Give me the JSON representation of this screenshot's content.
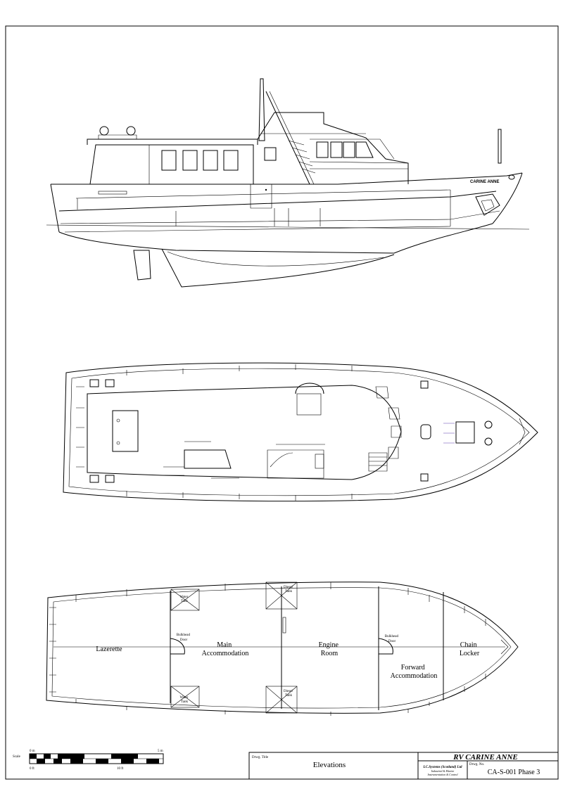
{
  "vessel": {
    "side_label": "CARINE ANNE"
  },
  "lower_plan": {
    "rooms": [
      {
        "id": "lazerette",
        "lines": [
          "Lazerette"
        ]
      },
      {
        "id": "main-accommodation",
        "lines": [
          "Main",
          "Accommodation"
        ]
      },
      {
        "id": "engine-room",
        "lines": [
          "Engine",
          "Room"
        ]
      },
      {
        "id": "forward-accommodation",
        "lines": [
          "Forward",
          "Accommodation"
        ]
      },
      {
        "id": "chain-locker",
        "lines": [
          "Chain",
          "Locker"
        ]
      }
    ],
    "tanks": [
      {
        "id": "water-tank-top",
        "lines": [
          "Water",
          "Tank"
        ]
      },
      {
        "id": "water-tank-bottom",
        "lines": [
          "Water",
          "Tank"
        ]
      },
      {
        "id": "diesel-tank-top",
        "lines": [
          "Diesel",
          "Tank"
        ]
      },
      {
        "id": "diesel-tank-bottom",
        "lines": [
          "Diesel",
          "Tank"
        ]
      }
    ],
    "doors": [
      {
        "id": "bulkhead-door-aft",
        "lines": [
          "Bulkhead",
          "Door"
        ]
      },
      {
        "id": "bulkhead-door-fwd",
        "lines": [
          "Bulkhead",
          "Door"
        ]
      }
    ]
  },
  "scale_bar": {
    "label": "Scale",
    "metric_start": "0 m",
    "metric_end": "5 m",
    "imperial_start": "0 ft",
    "imperial_mid": "10 ft"
  },
  "title_block": {
    "drawing_title_caption": "Drwg. Title",
    "drawing_title": "Elevations",
    "vessel_name": "RV CARINE ANNE",
    "company_line1": "I.C.Systems (Scotland) Ltd",
    "company_line2": "Industrial & Marine",
    "company_line3": "Instrumentation & Control",
    "drawing_no_caption": "Drwg. No.",
    "drawing_no": "CA-S-001 Phase 3"
  },
  "colors": {
    "line": "#000000",
    "background": "#ffffff",
    "accent_dims": "#5a3db0"
  }
}
